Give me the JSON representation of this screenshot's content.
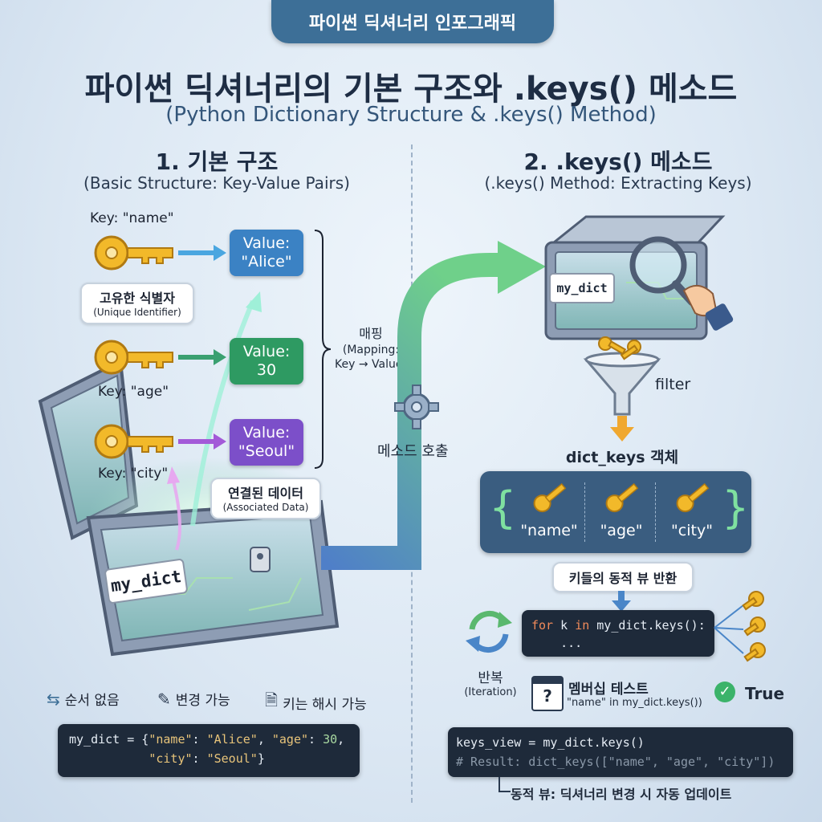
{
  "header": {
    "badge": "파이썬 딕셔너리 인포그래픽",
    "title": "파이썬 딕셔너리의 기본 구조와 .keys() 메소드",
    "subtitle": "(Python Dictionary Structure & .keys() Method)"
  },
  "left": {
    "title": "1. 기본 구조",
    "subtitle": "(Basic Structure: Key-Value Pairs)",
    "key_name": "Key: \"name\"",
    "key_age": "Key: \"age\"",
    "key_city": "Key: \"city\"",
    "unique_ko": "고유한 식별자",
    "unique_en": "(Unique Identifier)",
    "values": [
      {
        "label": "Value:",
        "value": "\"Alice\"",
        "color": "#3b82c4"
      },
      {
        "label": "Value:",
        "value": "30",
        "color": "#2e9a62"
      },
      {
        "label": "Value:",
        "value": "\"Seoul\"",
        "color": "#7c4fc9"
      }
    ],
    "mapping_ko": "매핑",
    "mapping_en1": "(Mapping:",
    "mapping_en2": "Key → Value)",
    "assoc_ko": "연결된 데이터",
    "assoc_en": "(Associated Data)",
    "chest_label": "my_dict",
    "features": [
      {
        "icon": "unordered-icon",
        "text": "순서 없음"
      },
      {
        "icon": "edit-icon",
        "text": "변경 가능"
      },
      {
        "icon": "document-icon",
        "text": "키는 해시 가능"
      }
    ],
    "code": {
      "line1_a": "my_dict = {",
      "s_name": "\"name\"",
      "colon1": ": ",
      "s_alice": "\"Alice\"",
      "comma1": ", ",
      "s_age": "\"age\"",
      "colon2": ": ",
      "n_30": "30",
      "comma2": ",",
      "indent": "           ",
      "s_city": "\"city\"",
      "colon3": ": ",
      "s_seoul": "\"Seoul\"",
      "close": "}"
    }
  },
  "middle": {
    "method_call": "메소드 호출"
  },
  "right": {
    "title": "2. .keys() 메소드",
    "subtitle": "(.keys() Method: Extracting Keys)",
    "chest_label": "my_dict",
    "filter": "filter",
    "dict_keys": "dict_keys 객체",
    "keys": [
      "\"name\"",
      "\"age\"",
      "\"city\""
    ],
    "return_view": "키들의 동적 뷰 반환",
    "loop_kw1": "for",
    "loop_var": " k ",
    "loop_kw2": "in",
    "loop_rest": " my_dict.keys():",
    "loop_body": "    ...",
    "iteration_ko": "반복",
    "iteration_en": "(Iteration)",
    "membership_title": "멤버십 테스트",
    "membership_expr": "\"name\" in my_dict.keys())",
    "true_label": "True",
    "code_line1": "keys_view = my_dict.keys()",
    "code_line2": "# Result: dict_keys([\"name\", \"age\", \"city\"])",
    "footnote": "동적 뷰: 딕셔너리 변경 시 자동 업데이트"
  }
}
